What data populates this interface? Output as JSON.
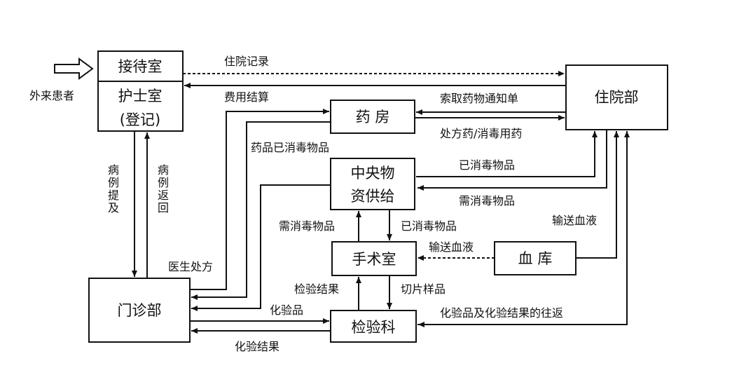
{
  "nodes": {
    "reception": "接待室",
    "nurse_station": "护士室",
    "registration": "(登记)",
    "inpatient": "住院部",
    "pharmacy": "药 房",
    "central_supply_1": "中央物",
    "central_supply_2": "资供给",
    "surgery": "手术室",
    "blood_bank": "血 库",
    "outpatient": "门诊部",
    "laboratory": "检验科"
  },
  "labels": {
    "visitor": "外来患者",
    "inpatient_record": "住院记录",
    "fee_settlement": "费用结算",
    "drug_request": "索取药物通知单",
    "prescription_drugs": "处方药/消毒用药",
    "disinfected_drugs": "药品已消毒物品",
    "disinfected_items_top": "已消毒物品",
    "need_disinfect_right": "需消毒物品",
    "need_disinfect_left": "需消毒物品",
    "disinfected_items_mid": "已消毒物品",
    "blood_transfer_right": "输送血液",
    "blood_transfer_mid": "输送血液",
    "case_submit": [
      "病",
      "例",
      "提",
      "及"
    ],
    "case_return": [
      "病",
      "例",
      "返",
      "回"
    ],
    "doctor_prescription": "医生处方",
    "test_results_up": "检验结果",
    "slice_samples": "切片样品",
    "lab_items": "化验品",
    "lab_results": "化验结果",
    "lab_exchange": "化验品及化验结果的往返"
  }
}
